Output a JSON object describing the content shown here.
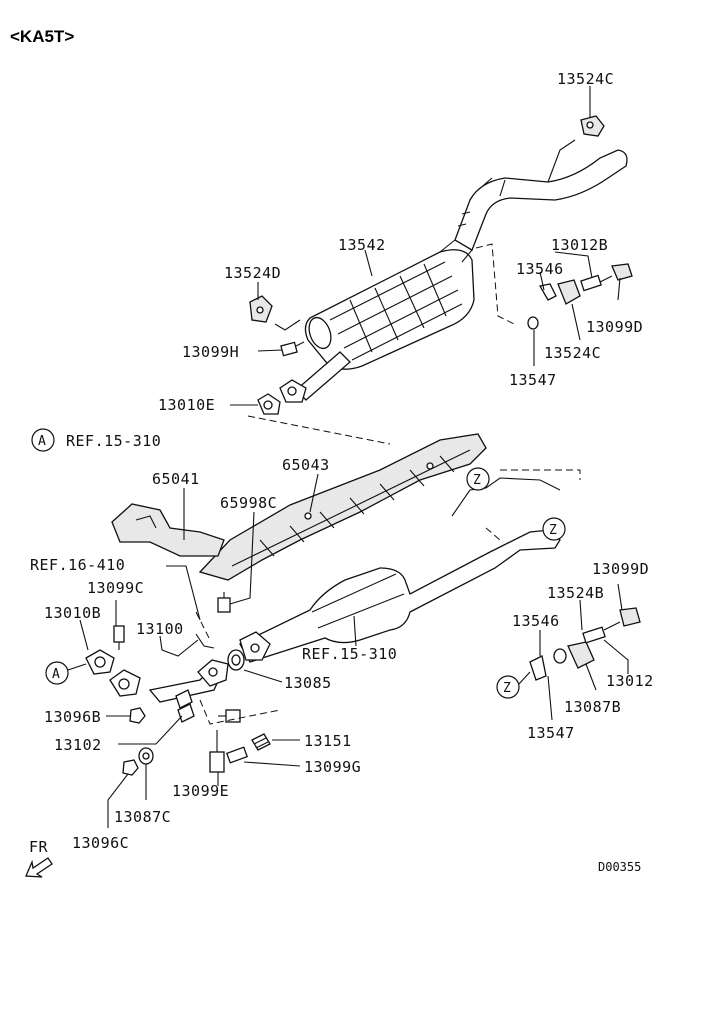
{
  "header": {
    "model_code": "<KA5T>"
  },
  "diagram_code": "D00355",
  "direction": {
    "label": "FR"
  },
  "refs": {
    "a_ref": "REF.15-310",
    "ref_16_410": "REF.16-410",
    "ref_15_310_cat": "REF.15-310"
  },
  "markers": {
    "a_top": "A",
    "a_left": "A",
    "z_1": "Z",
    "z_2": "Z",
    "z_3": "Z"
  },
  "parts": {
    "p13524C_top": "13524C",
    "p13542": "13542",
    "p13524D": "13524D",
    "p13012B": "13012B",
    "p13546_top": "13546",
    "p13099D_top": "13099D",
    "p13524C_mid": "13524C",
    "p13547_top": "13547",
    "p13099H": "13099H",
    "p13010E": "13010E",
    "p65041": "65041",
    "p65043": "65043",
    "p65998C": "65998C",
    "p13099C": "13099C",
    "p13099D_right": "13099D",
    "p13524B": "13524B",
    "p13010B": "13010B",
    "p13100": "13100",
    "p13546_right": "13546",
    "p13085": "13085",
    "p13012": "13012",
    "p13087B": "13087B",
    "p13096B": "13096B",
    "p13547_right": "13547",
    "p13102": "13102",
    "p13151": "13151",
    "p13099G": "13099G",
    "p13099E": "13099E",
    "p13087C": "13087C",
    "p13096C": "13096C"
  }
}
